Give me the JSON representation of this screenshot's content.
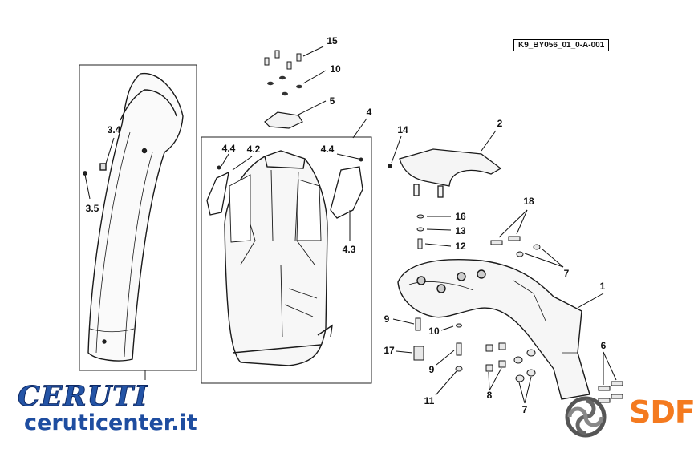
{
  "reference_code": "K9_BY056_01_0-A-001",
  "labels": [
    "15",
    "10",
    "5",
    "4",
    "4.4",
    "4.2",
    "4.4",
    "4.3",
    "3.4",
    "3.5",
    "14",
    "2",
    "18",
    "16",
    "13",
    "12",
    "7",
    "1",
    "9",
    "10",
    "17",
    "9",
    "11",
    "8",
    "7",
    "6"
  ],
  "watermark": {
    "brand": "CERUTI",
    "site": "ceruticenter.it"
  },
  "sdf_logo": {
    "text": "SDF",
    "color": "#f47a1f"
  },
  "colors": {
    "ceruti_blue": "#1e4da0",
    "line": "#1a1a1a"
  }
}
